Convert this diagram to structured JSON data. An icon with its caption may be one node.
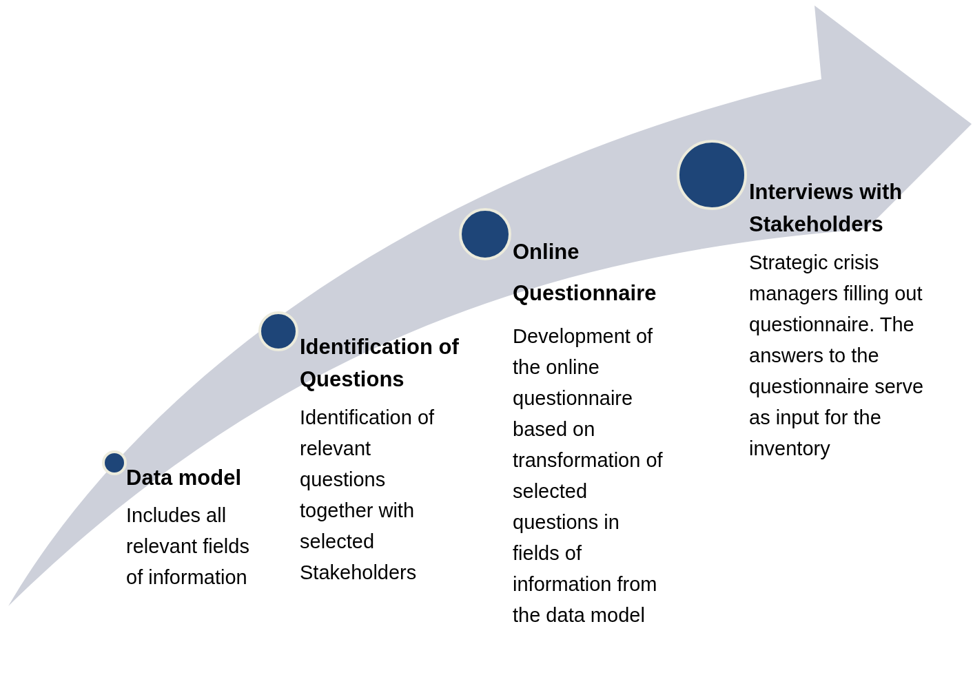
{
  "diagram": {
    "nodes": [
      {
        "text": [
          "Data model",
          "Includes all relevant fields of information"
        ]
      },
      {
        "text": [
          "Identification of Questions",
          "Identification of relevant questions together with selected Stakeholders"
        ]
      },
      {
        "text": [
          "Online Questionnaire",
          "Development of the online questionnaire based on transformation of selected questions in fields of information from the data model"
        ]
      },
      {
        "text": [
          "Interviews with Stakeholders",
          "Strategic crisis managers filling out questionnaire. The answers to the questionnaire serve as input for the inventory"
        ]
      }
    ]
  }
}
